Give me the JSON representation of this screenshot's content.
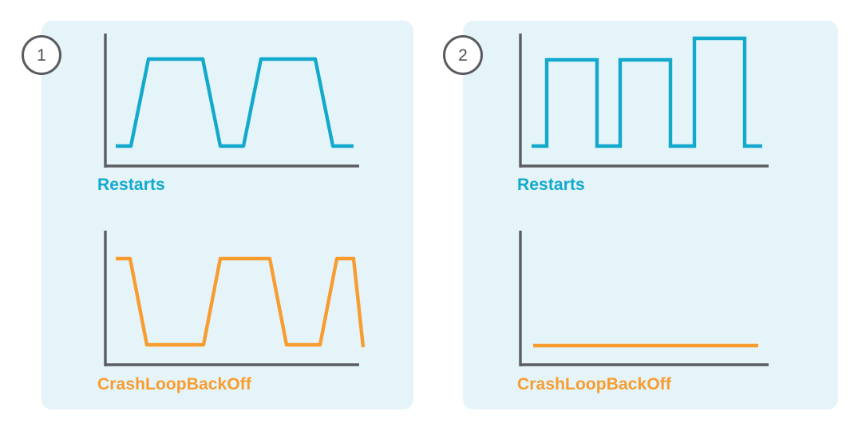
{
  "page": {
    "background": "#ffffff",
    "card_background": "#e4f4f8",
    "accent_blue": "#12a9cd",
    "accent_orange": "#f89c30",
    "axis_color": "#5a5c61"
  },
  "panels": [
    {
      "badge": "1",
      "charts": [
        {
          "label": "Restarts",
          "color": "#12a9cd"
        },
        {
          "label": "CrashLoopBackOff",
          "color": "#f89c30"
        }
      ]
    },
    {
      "badge": "2",
      "charts": [
        {
          "label": "Restarts",
          "color": "#12a9cd"
        },
        {
          "label": "CrashLoopBackOff",
          "color": "#f89c30"
        }
      ]
    }
  ],
  "chart_data": [
    {
      "id": "panel1-restarts",
      "type": "line",
      "title": "Restarts",
      "xlabel": "",
      "ylabel": "",
      "series": [
        {
          "name": "Restarts",
          "color": "#12a9cd",
          "shape": "trapezoid-pulse",
          "points": [
            [
              10,
              0
            ],
            [
              30,
              0
            ],
            [
              52,
              1
            ],
            [
              120,
              1
            ],
            [
              142,
              0
            ],
            [
              172,
              0
            ],
            [
              193,
              1
            ],
            [
              262,
              1
            ],
            [
              283,
              0
            ],
            [
              310,
              0
            ]
          ]
        }
      ],
      "xlim": [
        0,
        320
      ],
      "ylim": [
        0,
        1
      ],
      "grid": false,
      "legend": "none",
      "axes": {
        "y_axis": true,
        "x_axis": true,
        "ticks": false
      }
    },
    {
      "id": "panel1-crashloopbackoff",
      "type": "line",
      "title": "CrashLoopBackOff",
      "xlabel": "",
      "ylabel": "",
      "series": [
        {
          "name": "CrashLoopBackOff",
          "color": "#f89c30",
          "shape": "trapezoid-pulse",
          "points": [
            [
              27,
              1
            ],
            [
              44,
              1
            ],
            [
              66,
              0
            ],
            [
              137,
              0
            ],
            [
              158,
              1
            ],
            [
              220,
              1
            ],
            [
              241,
              0
            ],
            [
              282,
              0
            ],
            [
              303,
              1
            ],
            [
              325,
              1
            ],
            [
              340,
              0
            ]
          ]
        }
      ],
      "xlim": [
        0,
        345
      ],
      "ylim": [
        0,
        1
      ],
      "grid": false,
      "legend": "none",
      "axes": {
        "y_axis": true,
        "x_axis": true,
        "ticks": false
      }
    },
    {
      "id": "panel2-restarts",
      "type": "line",
      "title": "Restarts",
      "xlabel": "",
      "ylabel": "",
      "series": [
        {
          "name": "Restarts",
          "color": "#12a9cd",
          "shape": "square-pulse",
          "points": [
            [
              12,
              0
            ],
            [
              42,
              0
            ],
            [
              42,
              1
            ],
            [
              105,
              1
            ],
            [
              105,
              0
            ],
            [
              134,
              0
            ],
            [
              134,
              1
            ],
            [
              197,
              1
            ],
            [
              197,
              0
            ],
            [
              227,
              0
            ],
            [
              227,
              1.27
            ],
            [
              290,
              1.27
            ],
            [
              290,
              0
            ],
            [
              312,
              0
            ]
          ]
        }
      ],
      "xlim": [
        0,
        320
      ],
      "ylim": [
        0,
        1.4
      ],
      "grid": false,
      "legend": "none",
      "axes": {
        "y_axis": true,
        "x_axis": true,
        "ticks": false
      }
    },
    {
      "id": "panel2-crashloopbackoff",
      "type": "line",
      "title": "CrashLoopBackOff",
      "xlabel": "",
      "ylabel": "",
      "series": [
        {
          "name": "CrashLoopBackOff",
          "color": "#f89c30",
          "shape": "flat",
          "points": [
            [
              25,
              0
            ],
            [
              307,
              0
            ]
          ]
        }
      ],
      "xlim": [
        0,
        320
      ],
      "ylim": [
        0,
        1
      ],
      "grid": false,
      "legend": "none",
      "axes": {
        "y_axis": true,
        "x_axis": true,
        "ticks": false
      }
    }
  ]
}
